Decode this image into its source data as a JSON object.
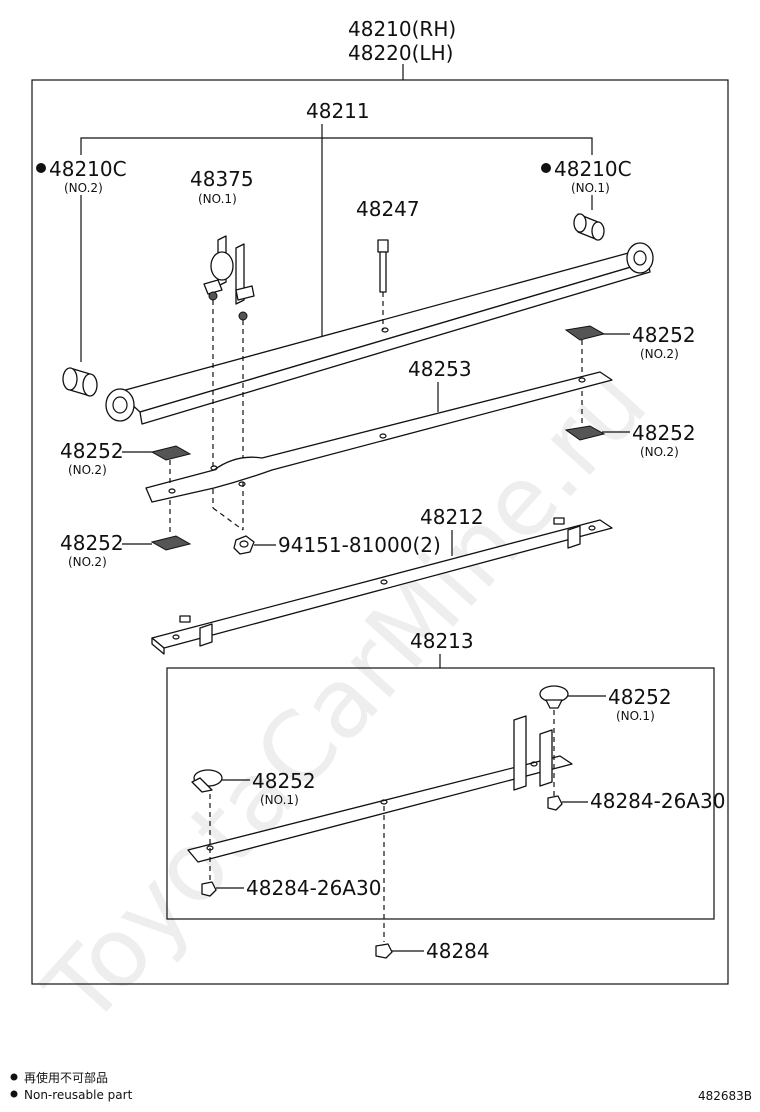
{
  "watermark": "ToyotaCarMine.ru",
  "header": {
    "assembly_rh": "48210(RH)",
    "assembly_lh": "48220(LH)"
  },
  "labels": {
    "p48211": "48211",
    "bush_left": "48210C",
    "bush_left_sub": "(NO.2)",
    "bush_right": "48210C",
    "bush_right_sub": "(NO.1)",
    "clip": "48375",
    "clip_sub": "(NO.1)",
    "bolt": "48247",
    "pad_r1": "48252",
    "pad_r1_sub": "(NO.2)",
    "leaf2": "48253",
    "pad_r2": "48252",
    "pad_r2_sub": "(NO.2)",
    "pad_l1": "48252",
    "pad_l1_sub": "(NO.2)",
    "pad_l2": "48252",
    "pad_l2_sub": "(NO.2)",
    "nut_small": "94151-81000(2)",
    "leaf3": "48212",
    "leaf4": "48213",
    "bumper_r": "48252",
    "bumper_r_sub": "(NO.1)",
    "bumper_l": "48252",
    "bumper_l_sub": "(NO.1)",
    "nut_r": "48284-26A30",
    "nut_l": "48284-26A30",
    "nut_bottom": "48284"
  },
  "legend": {
    "line1": "再使用不可部品",
    "line2": "Non-reusable part"
  },
  "diagram_id": "482683B"
}
